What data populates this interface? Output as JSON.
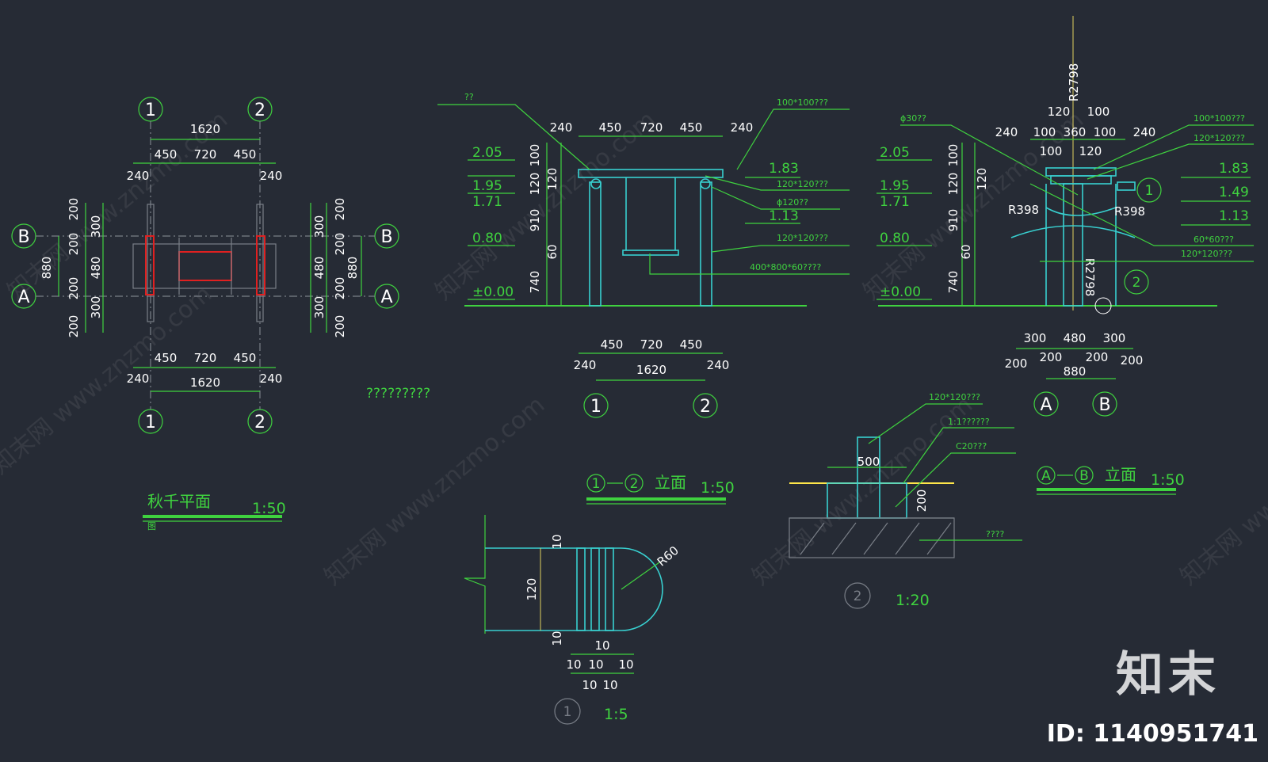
{
  "watermark": "知末网 www.znzmo.com",
  "brand": {
    "logo_text": "知末",
    "id_text": "ID: 1140951741"
  },
  "plan": {
    "title": "秋千平面",
    "title_tail": "图",
    "scale": "1:50",
    "axes": [
      "1",
      "2",
      "A",
      "B"
    ],
    "dims_top": {
      "overall": "1620",
      "a": "450",
      "b": "720",
      "c": "450",
      "l": "240",
      "r": "240"
    },
    "dims_bottom": {
      "overall": "1620",
      "a": "450",
      "b": "720",
      "c": "450",
      "l": "240",
      "r": "240"
    },
    "dims_left_outer": [
      "200",
      "200",
      "200",
      "200"
    ],
    "dims_left_inner": [
      "300",
      "480",
      "300"
    ],
    "dims_left_total": "880",
    "dims_right_outer": [
      "200",
      "200",
      "200",
      "200"
    ],
    "dims_right_inner": [
      "300",
      "480",
      "300"
    ],
    "dims_right_total": "880"
  },
  "note_placeholder": "?????????",
  "elev12": {
    "title_a": "1",
    "title_b": "2",
    "title_text": "立面",
    "scale": "1:50",
    "levels_left": [
      "2.05",
      "1.95",
      "1.71",
      "0.80",
      "±0.00"
    ],
    "levels_right": [
      "1.83",
      "1.13"
    ],
    "dims_top": [
      "240",
      "450",
      "720",
      "450",
      "240"
    ],
    "dims_left": [
      "100",
      "120",
      "910",
      "60",
      "740"
    ],
    "dims_left2": "120",
    "dims_bottom_top": [
      "450",
      "720",
      "450"
    ],
    "dims_bottom": {
      "l": "240",
      "overall": "1620",
      "r": "240"
    },
    "callouts": [
      "??",
      "100*100???",
      "120*120???",
      "ϕ120??",
      "120*120???",
      "400*800*60????"
    ],
    "axes": [
      "1",
      "2"
    ]
  },
  "elevAB": {
    "title_a": "A",
    "title_b": "B",
    "title_text": "立面",
    "scale": "1:50",
    "levels_left": [
      "2.05",
      "1.95",
      "1.71",
      "0.80",
      "±0.00"
    ],
    "levels_right": [
      "1.83",
      "1.49",
      "1.13"
    ],
    "dims_top_row1": [
      "120",
      "100"
    ],
    "dims_top_row2": [
      "240",
      "100",
      "360",
      "100",
      "240"
    ],
    "dims_top_row3": [
      "100",
      "120"
    ],
    "dims_left": [
      "100",
      "120",
      "910",
      "60",
      "740"
    ],
    "dims_left2": "120",
    "radius_top": "R2798",
    "radius_mid": "R2798",
    "r_left": "R398",
    "r_right": "R398",
    "dims_bottom_row1": [
      "300",
      "480",
      "300"
    ],
    "dims_bottom_row2": [
      "200",
      "200",
      "200",
      "200"
    ],
    "dims_bottom_total": "880",
    "callouts": [
      "ϕ30??",
      "100*100???",
      "120*120???",
      "60*60???",
      "120*120???"
    ],
    "marks": [
      "1",
      "2"
    ],
    "axes": [
      "A",
      "B"
    ]
  },
  "detail1": {
    "mark": "1",
    "scale": "1:5",
    "radius": "R60",
    "height": "120",
    "dims_v": [
      "10",
      "10"
    ],
    "dims_b1": "10",
    "dims_b2": [
      "10",
      "10",
      "10"
    ],
    "dims_b3": [
      "10",
      "10"
    ]
  },
  "detail2": {
    "mark": "2",
    "scale": "1:20",
    "width": "500",
    "height": "200",
    "callouts": [
      "120*120???",
      "1:1??????",
      "C20???",
      "????"
    ]
  }
}
